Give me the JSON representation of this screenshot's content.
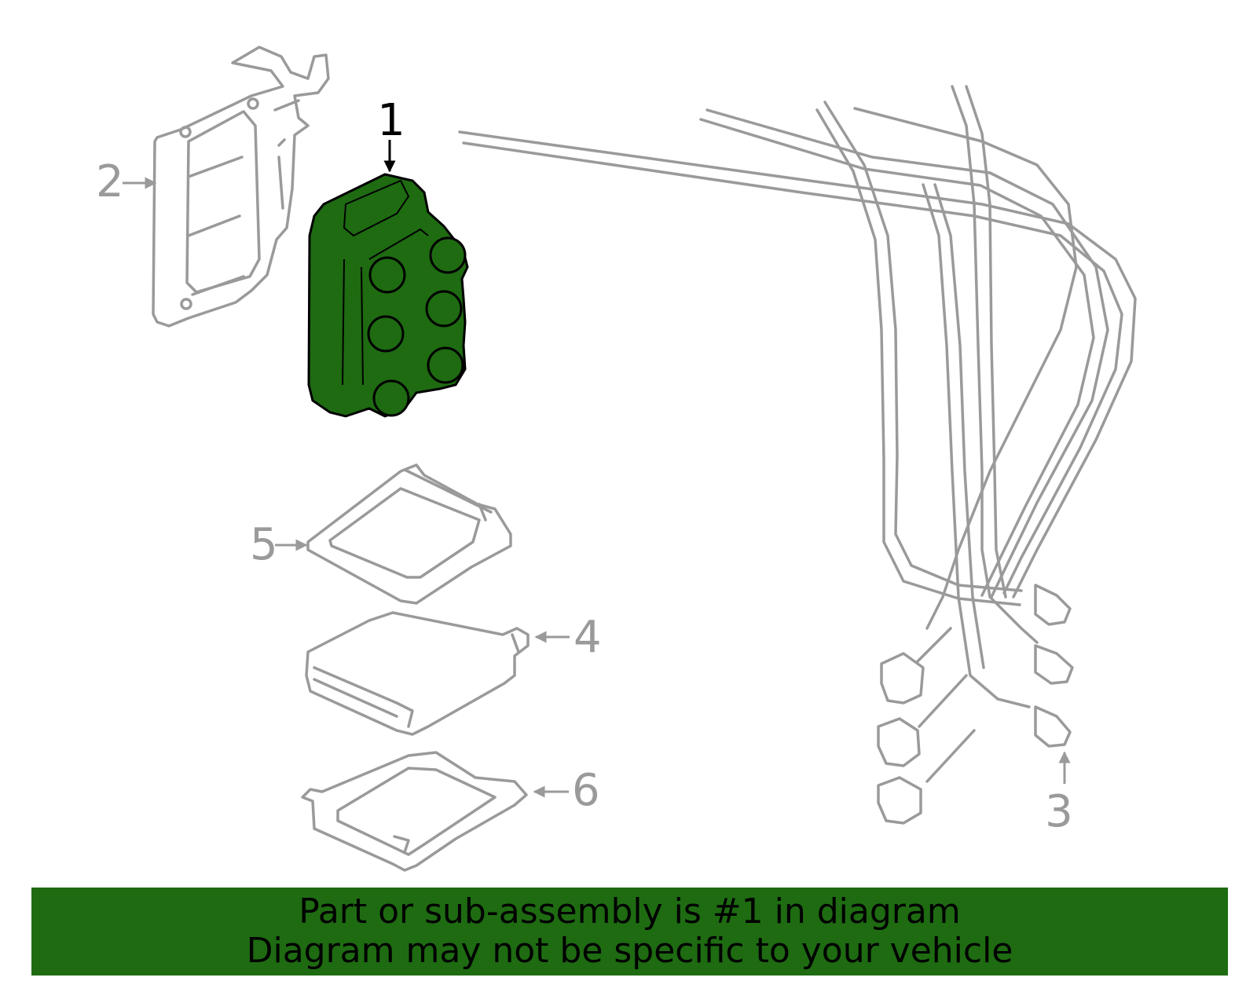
{
  "callouts": [
    "1",
    "2",
    "3",
    "4",
    "5",
    "6"
  ],
  "highlight_part": "1",
  "colors": {
    "highlight": "#1e6b12",
    "part_outline": "#9a9a9a",
    "banner_bg": "#1e6b12",
    "text": "#000000"
  },
  "banner": {
    "line1": "Part or sub-assembly is #1 in diagram",
    "line2": "Diagram may not be specific to your vehicle"
  }
}
